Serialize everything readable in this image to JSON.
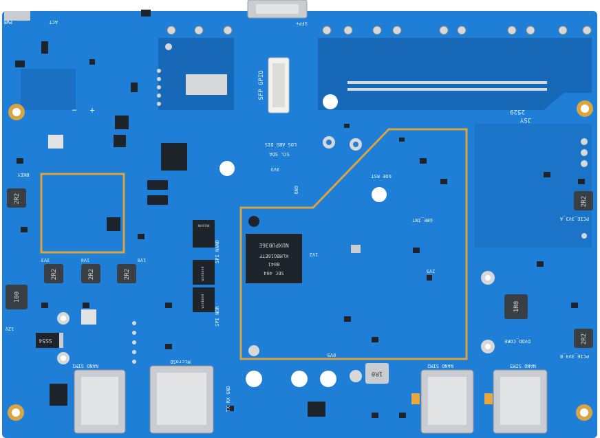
{
  "colors": {
    "board": "#1f7fd6",
    "board_dark": "#1868b8",
    "board_light": "#2f8fe6",
    "silk": "#e8f2ff",
    "gold": "#d9a441",
    "chip": "#1e242b",
    "metal": "#c9ccd0",
    "pad": "#d6d8da"
  },
  "silk": {
    "pwr": "PWR",
    "act": "ACT",
    "sfp_plus": "SFP+",
    "sfp_gpio": "SFP GPIO",
    "los_abs_dis": "LOS ABS DIS",
    "scl_sda": "SCL SDA",
    "v3v3_top": "3V3",
    "gnd": "GND",
    "ge_rst": "GOE RST",
    "ge_int": "GBE_INT",
    "jsy": "JSY",
    "date": "2529",
    "bkey": "BKEY",
    "v3v3_left": "3V3",
    "v1v0": "1V0",
    "v1v8": "1V8",
    "spi_nand": "SPI NAND",
    "spi_nor": "SPI NOR",
    "v1v2": "1V2",
    "v2v5": "2V5",
    "v0v9": "0V9",
    "v12": "12V",
    "pcie_3v3_a": "PCIE_3V3_A",
    "pcie_3v3_b": "PCIE_3V3_B",
    "dvdd_core": "DVDD_CORE",
    "nano_sim1": "NANO SIM1",
    "nano_sim2": "NANO SIM2",
    "nano_sim3": "NANO SIM3",
    "micro_sd": "MicroSD",
    "tx_rx_gnd": "TX RX GND",
    "nuvoton": "NUVOTON",
    "chip_line1": "NUXPU036E",
    "chip_line2": "KLMBG16ETF",
    "chip_line3": "B041",
    "chip_line4": "SEC 404",
    "winbond1": "winbond",
    "winbond2": "winbond",
    "ind_2r2": "2R2",
    "ind_100": "100",
    "ind_1r0": "1R0",
    "diode": "SS54",
    "minus": "−",
    "plus": "+"
  }
}
